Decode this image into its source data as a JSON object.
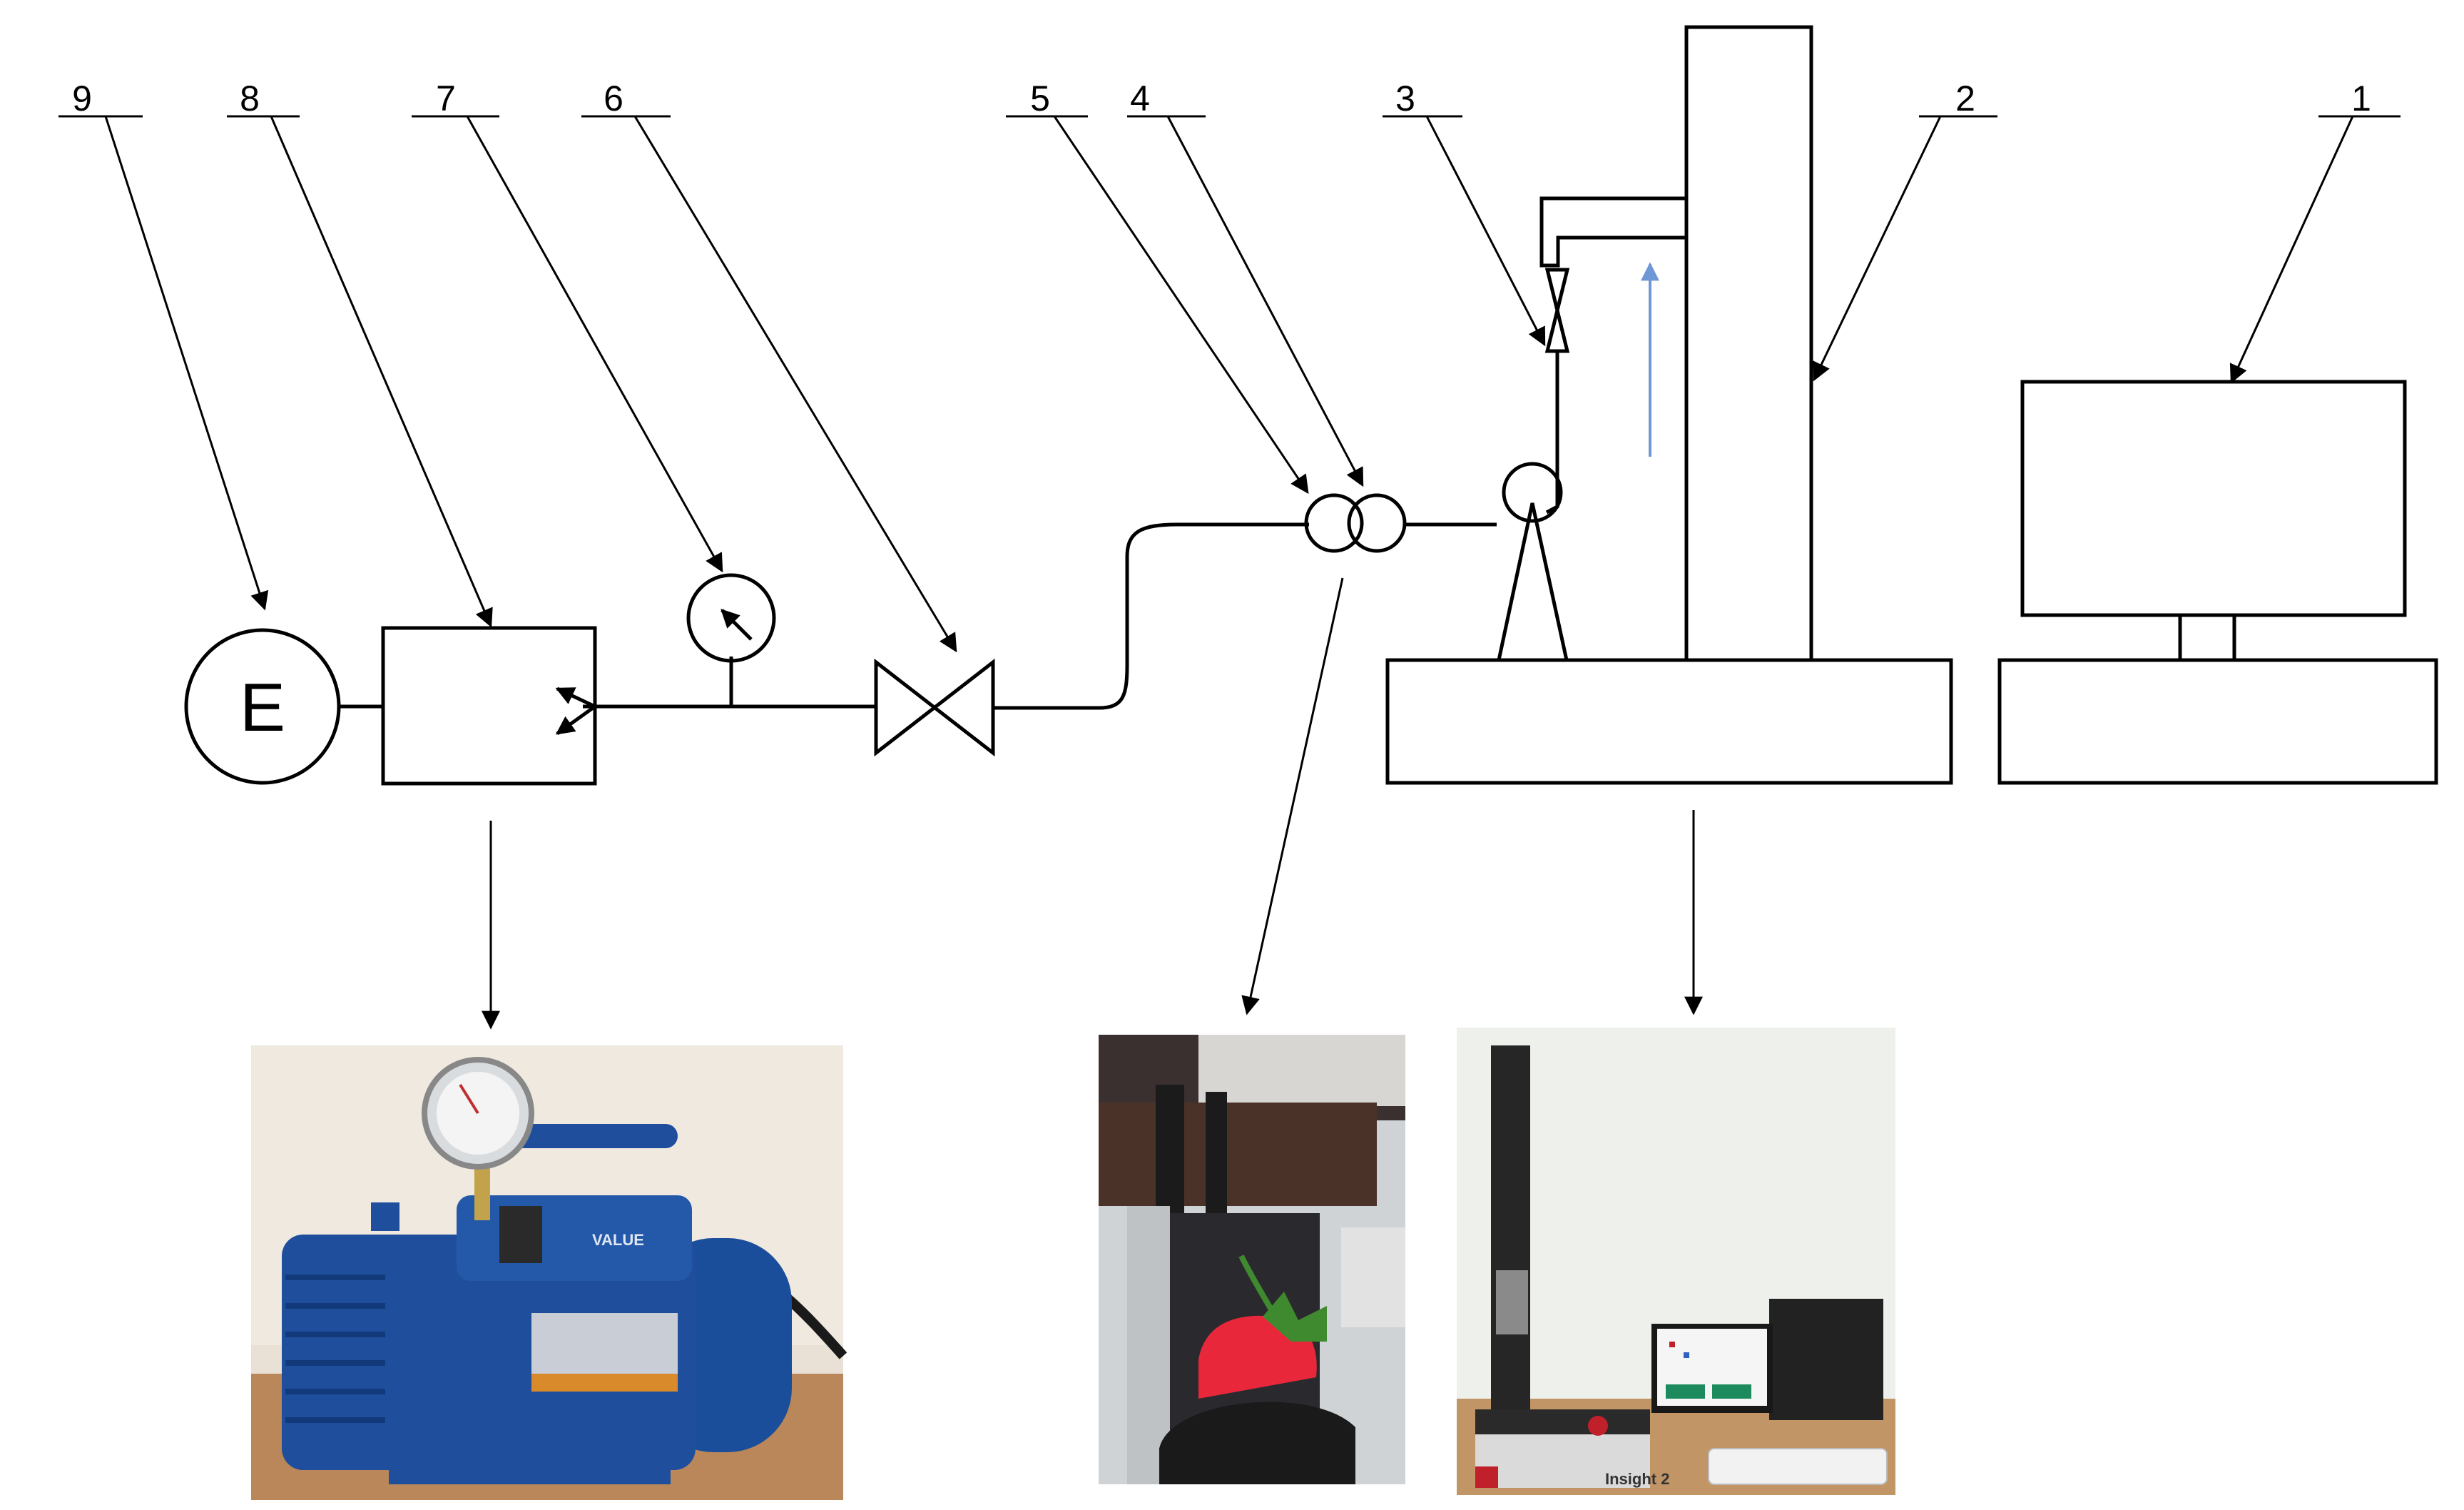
{
  "labels": {
    "n1": "1",
    "n2": "2",
    "n3": "3",
    "n4": "4",
    "n5": "5",
    "n6": "6",
    "n7": "7",
    "n8": "8",
    "n9": "9"
  },
  "motor_symbol": "E",
  "photo_pump": {
    "brand": "VALUE"
  },
  "photo_tester": {
    "model": "Insight 2"
  },
  "colors": {
    "line": "#000000",
    "flow_arrow": "#6f97d6",
    "pump_blue": "#1f4f9c",
    "strawberry": "#e8283a"
  }
}
